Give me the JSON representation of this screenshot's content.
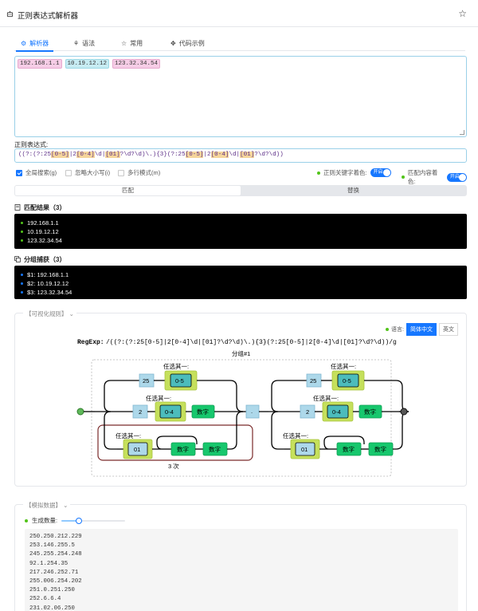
{
  "header": {
    "title": "正则表达式解析器",
    "logo_icon": "robot-icon",
    "star_icon": "star-icon"
  },
  "tabs": [
    {
      "label": "解析器",
      "icon": "parser-icon",
      "active": true
    },
    {
      "label": "语法",
      "icon": "syntax-icon",
      "active": false
    },
    {
      "label": "常用",
      "icon": "star-icon",
      "active": false
    },
    {
      "label": "代码示例",
      "icon": "code-icon",
      "active": false
    }
  ],
  "input": {
    "matches": [
      "192.168.1.1",
      "10.19.12.12",
      "123.32.34.54"
    ]
  },
  "regex": {
    "label": "正则表达式:",
    "parts": [
      {
        "t": "((?:(?:25",
        "h": false
      },
      {
        "t": "[0-5]",
        "h": true
      },
      {
        "t": "|2",
        "h": false
      },
      {
        "t": "[0-4]",
        "h": true
      },
      {
        "t": "\\d|",
        "h": false
      },
      {
        "t": "[01]",
        "h": true
      },
      {
        "t": "?\\d?\\d)\\.){3}(?:25",
        "h": false
      },
      {
        "t": "[0-5]",
        "h": true
      },
      {
        "t": "|2",
        "h": false
      },
      {
        "t": "[0-4]",
        "h": true
      },
      {
        "t": "\\d|",
        "h": false
      },
      {
        "t": "[01]",
        "h": true
      },
      {
        "t": "?\\d?\\d))",
        "h": false
      }
    ]
  },
  "options": {
    "global": {
      "label": "全局搜索(g)",
      "checked": true
    },
    "ignore_case": {
      "label": "忽略大小写(i)",
      "checked": false
    },
    "multiline": {
      "label": "多行模式(m)",
      "checked": false
    },
    "keyword_color": {
      "label": "正则关键字着色:",
      "switch": "开启"
    },
    "match_color": {
      "label": "匹配内容着色:",
      "switch": "开启"
    }
  },
  "mode": {
    "match": "匹配",
    "replace": "替换"
  },
  "match_results": {
    "title": "匹配结果（3）",
    "items": [
      "192.168.1.1",
      "10.19.12.12",
      "123.32.34.54"
    ]
  },
  "group_capture": {
    "title": "分组捕获（3）",
    "items": [
      "$1:  192.168.1.1",
      "$2:  10.19.12.12",
      "$3:  123.32.34.54"
    ]
  },
  "visual": {
    "section_label": "【可视化规则】",
    "lang_label": "语言:",
    "lang_zh": "简体中文",
    "lang_en": "英文",
    "regexp_label": "RegExp:",
    "regexp_text": "/((?:(?:25[0-5]|2[0-4]\\d|[01]?\\d?\\d)\\.){3}(?:25[0-5]|2[0-4]\\d|[01]?\\d?\\d))/g",
    "group_label": "分组#1",
    "choose_one": "任选其一:",
    "repeat_label": "3 次",
    "digit": "数字",
    "lit_25": "25",
    "lit_2": "2",
    "lit_dot": ".",
    "class_05": "0-5",
    "class_04": "0-4",
    "class_01": "01"
  },
  "mock": {
    "section_label": "【模拟数据】",
    "gen_label": "生成数量:",
    "slider_value": 0.28,
    "lines": [
      "250.250.212.229",
      "253.146.255.5",
      "245.255.254.248",
      "92.1.254.35",
      "217.246.252.71",
      "255.006.254.202",
      "251.0.251.250",
      "252.6.6.4",
      "231.02.06.250"
    ]
  }
}
